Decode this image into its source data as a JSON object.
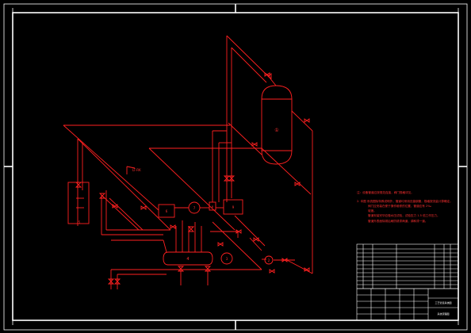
{
  "drawing": {
    "background": "#000000",
    "line_color": "#ff2020",
    "frame_color": "#ffffff"
  },
  "equipment": {
    "tank_1": "①",
    "e2": "2",
    "e3": "3",
    "e4": "4",
    "e5": "5",
    "e6": "6",
    "e7": "7",
    "e8": "8",
    "e9": "9"
  },
  "valve_tag": "LT-RK",
  "notes": {
    "line1": "注：设备管道应按规范连接，阀门规格详见。",
    "line2": "2. 本图 系统图除特殊说明外，管道均采用无缝钢管，规格按流量计算确定。",
    "line3": "阀门应安装在便于操作维修的位置，管道应有 2‰",
    "line4": "坡度。",
    "line5": "管道安装完毕应做水压试验，试验压力 1.5 倍工作压力。",
    "line6": "管道外表面除锈后刷防锈漆两道，调和漆一道。"
  },
  "title_block": {
    "project": "工艺管道系统图",
    "drawing_name": "系统流程图"
  }
}
